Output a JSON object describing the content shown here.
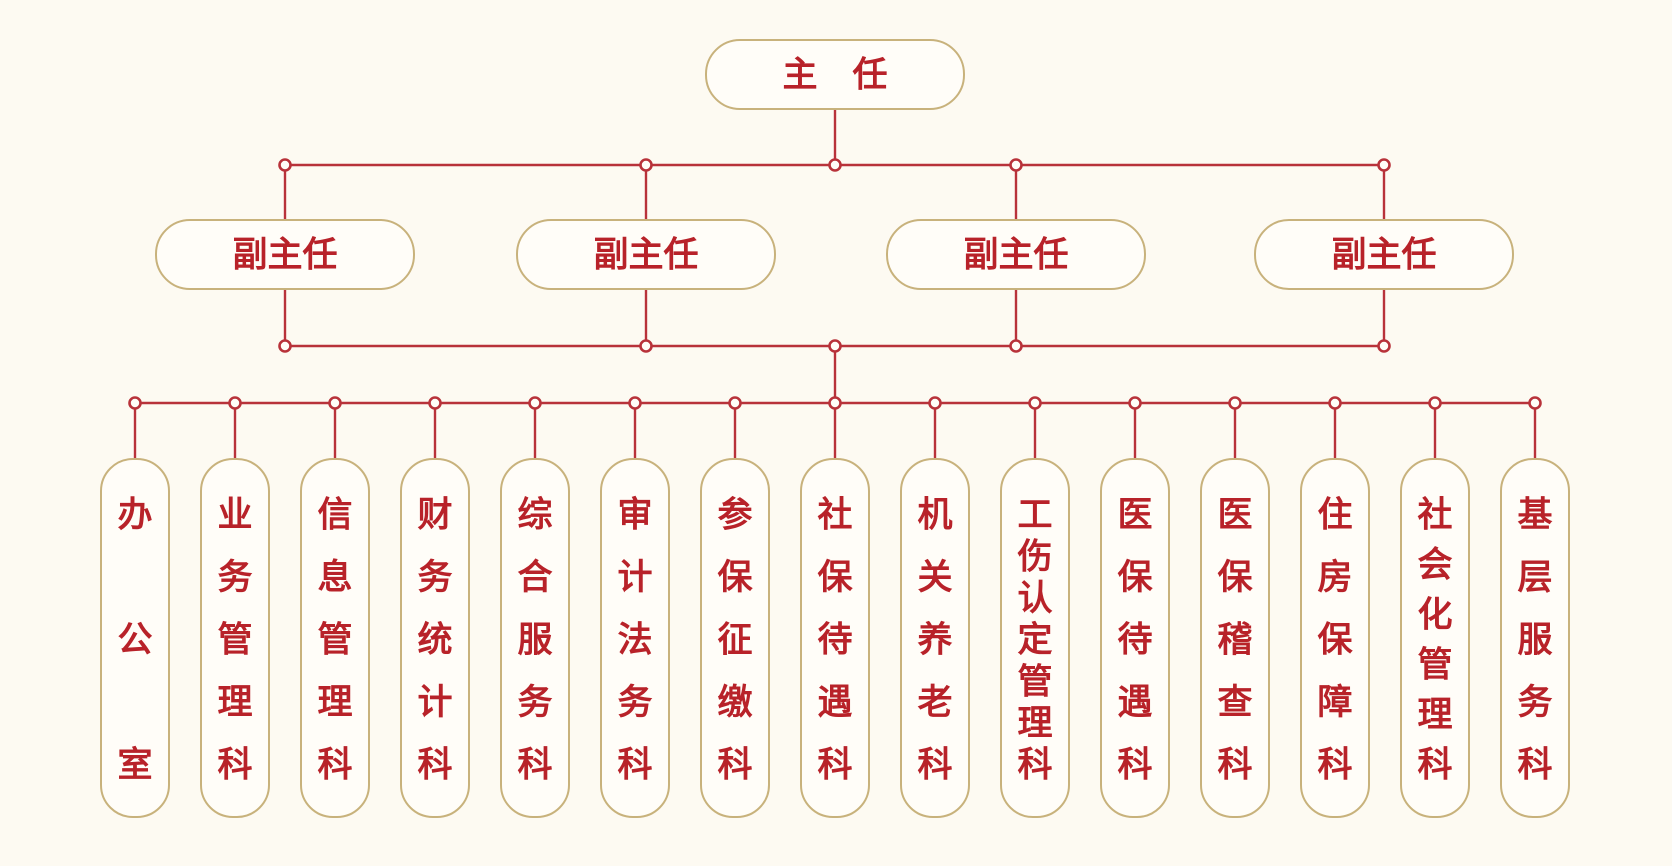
{
  "colors": {
    "background": "#fdfaf2",
    "line": "#b8323a",
    "text": "#b82229",
    "box_border": "#c8b27c",
    "box_fill": "#fffdf8"
  },
  "director": {
    "label": "主　任"
  },
  "deputies": [
    {
      "label": "副主任"
    },
    {
      "label": "副主任"
    },
    {
      "label": "副主任"
    },
    {
      "label": "副主任"
    }
  ],
  "departments": [
    {
      "label": "办公室"
    },
    {
      "label": "业务管理科"
    },
    {
      "label": "信息管理科"
    },
    {
      "label": "财务统计科"
    },
    {
      "label": "综合服务科"
    },
    {
      "label": "审计法务科"
    },
    {
      "label": "参保征缴科"
    },
    {
      "label": "社保待遇科"
    },
    {
      "label": "机关养老科"
    },
    {
      "label": "工伤认定管理科"
    },
    {
      "label": "医保待遇科"
    },
    {
      "label": "医保稽查科"
    },
    {
      "label": "住房保障科"
    },
    {
      "label": "社会化管理科"
    },
    {
      "label": "基层服务科"
    }
  ]
}
